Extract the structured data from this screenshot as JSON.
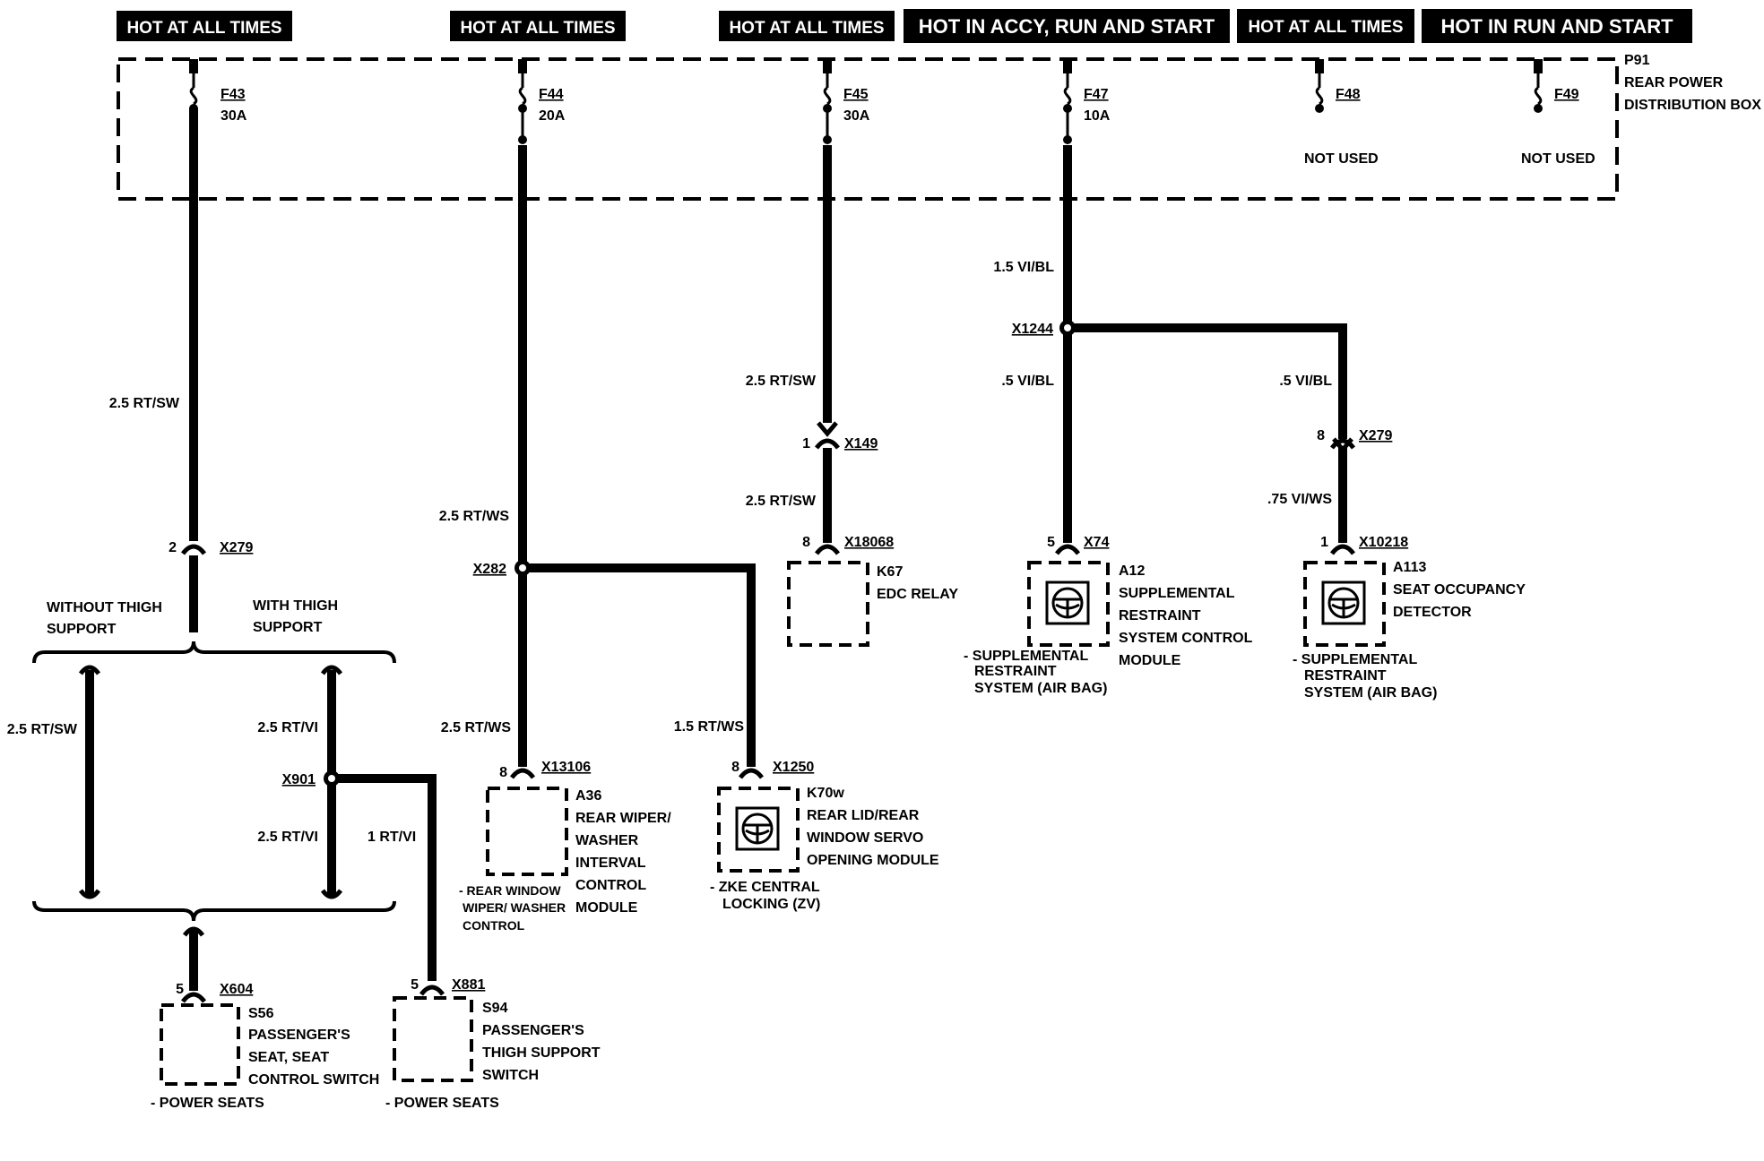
{
  "power_labels": {
    "f43": "HOT AT ALL TIMES",
    "f44": "HOT AT ALL TIMES",
    "f45": "HOT AT ALL TIMES",
    "f47": "HOT IN ACCY, RUN AND START",
    "f48": "HOT AT ALL TIMES",
    "f49": "HOT IN RUN AND START"
  },
  "box": {
    "id": "P91",
    "line1": "REAR POWER",
    "line2": "DISTRIBUTION BOX"
  },
  "fuses": {
    "f43": {
      "id": "F43",
      "rating": "30A"
    },
    "f44": {
      "id": "F44",
      "rating": "20A"
    },
    "f45": {
      "id": "F45",
      "rating": "30A"
    },
    "f47": {
      "id": "F47",
      "rating": "10A"
    },
    "f48": {
      "id": "F48",
      "note": "NOT USED"
    },
    "f49": {
      "id": "F49",
      "note": "NOT USED"
    }
  },
  "wires": {
    "f43_main": "2.5 RT/SW",
    "f44_upper": "2.5 RT/WS",
    "f44_lower": "2.5 RT/WS",
    "f44_branch": "1.5 RT/WS",
    "f45_upper": "2.5 RT/SW",
    "f45_lower": "2.5 RT/SW",
    "f47_upper": "1.5 VI/BL",
    "f47_lower": ".5 VI/BL",
    "f47_branch": ".5 VI/BL",
    "f47_branch_lower": ".75 VI/WS",
    "left_path": "2.5 RT/SW",
    "right_upper": "2.5 RT/VI",
    "right_lower": "2.5 RT/VI",
    "thigh_branch": "1 RT/VI"
  },
  "connectors": {
    "x279_left": {
      "id": "X279",
      "pin": "2"
    },
    "x282": {
      "id": "X282"
    },
    "x13106": {
      "id": "X13106",
      "pin": "8"
    },
    "x1250": {
      "id": "X1250",
      "pin": "8"
    },
    "x149": {
      "id": "X149",
      "pin": "1"
    },
    "x18068": {
      "id": "X18068",
      "pin": "8"
    },
    "x1244": {
      "id": "X1244"
    },
    "x74": {
      "id": "X74",
      "pin": "5"
    },
    "x279_right": {
      "id": "X279",
      "pin": "8"
    },
    "x10218": {
      "id": "X10218",
      "pin": "1"
    },
    "x901": {
      "id": "X901"
    },
    "x604": {
      "id": "X604",
      "pin": "5"
    },
    "x881": {
      "id": "X881",
      "pin": "5"
    }
  },
  "options": {
    "without": [
      "WITHOUT THIGH",
      "SUPPORT"
    ],
    "with": [
      "WITH THIGH",
      "SUPPORT"
    ]
  },
  "components": {
    "a36": {
      "name": [
        "A36",
        "REAR WIPER/",
        "WASHER",
        "INTERVAL",
        "CONTROL",
        "MODULE"
      ],
      "system": [
        "- REAR WINDOW",
        "WIPER/ WASHER",
        "CONTROL"
      ]
    },
    "k70w": {
      "name": [
        "K70w",
        "REAR LID/REAR",
        "WINDOW SERVO",
        "OPENING MODULE"
      ],
      "system": [
        "- ZKE CENTRAL",
        "LOCKING (ZV)"
      ]
    },
    "k67": {
      "name": [
        "K67",
        "EDC RELAY"
      ]
    },
    "a12": {
      "name": [
        "A12",
        "SUPPLEMENTAL",
        "RESTRAINT",
        "SYSTEM CONTROL",
        "MODULE"
      ],
      "system": [
        "- SUPPLEMENTAL",
        "RESTRAINT",
        "SYSTEM (AIR BAG)"
      ]
    },
    "a113": {
      "name": [
        "A113",
        "SEAT OCCUPANCY",
        "DETECTOR"
      ],
      "system": [
        "- SUPPLEMENTAL",
        "RESTRAINT",
        "SYSTEM (AIR BAG)"
      ]
    },
    "s56": {
      "name": [
        "S56",
        "PASSENGER'S",
        "SEAT, SEAT",
        "CONTROL SWITCH"
      ],
      "system": [
        "- POWER SEATS"
      ]
    },
    "s94": {
      "name": [
        "S94",
        "PASSENGER'S",
        "THIGH SUPPORT",
        "SWITCH"
      ],
      "system": [
        "- POWER SEATS"
      ]
    }
  },
  "colors": {
    "line": "#000000",
    "background": "#ffffff"
  }
}
